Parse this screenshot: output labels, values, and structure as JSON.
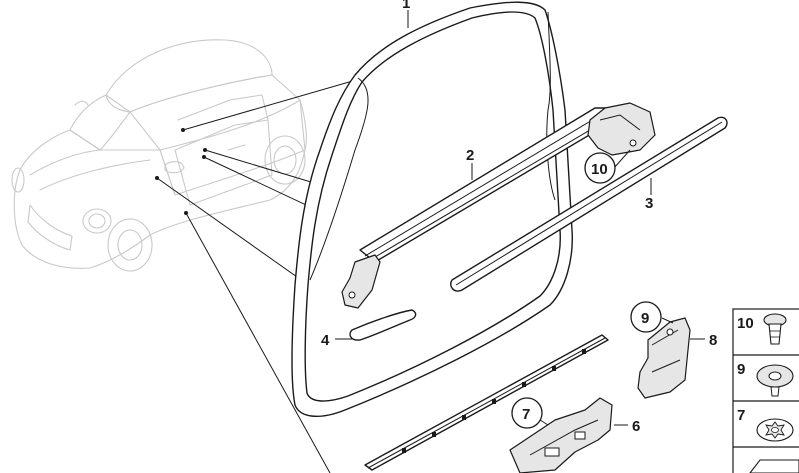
{
  "callouts": [
    {
      "id": "c1",
      "label": "1"
    },
    {
      "id": "c2",
      "label": "2"
    },
    {
      "id": "c3",
      "label": "3"
    },
    {
      "id": "c4",
      "label": "4"
    },
    {
      "id": "c6",
      "label": "6"
    },
    {
      "id": "c7",
      "label": "7"
    },
    {
      "id": "c8",
      "label": "8"
    },
    {
      "id": "c9",
      "label": "9"
    },
    {
      "id": "c10",
      "label": "10"
    }
  ],
  "legend_panel": [
    {
      "label": "10",
      "icon": "pin-clip-icon"
    },
    {
      "label": "9",
      "icon": "spring-nut-icon"
    },
    {
      "label": "7",
      "icon": "star-washer-icon"
    }
  ],
  "colors": {
    "line": "#1a1a1a",
    "ghost": "#c9c9c9",
    "fill": "#e6e6e6"
  }
}
